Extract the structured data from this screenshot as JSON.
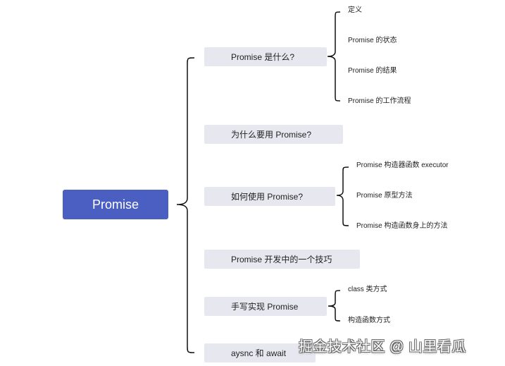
{
  "colors": {
    "root_bg": "#4a5fc1",
    "branch_bg": "#e7e8ef",
    "connector": "#111111"
  },
  "root": {
    "label": "Promise"
  },
  "branches": [
    {
      "label": "Promise 是什么?",
      "children": [
        "定义",
        "Promise 的状态",
        "Promise 的结果",
        "Promise 的工作流程"
      ]
    },
    {
      "label": "为什么要用 Promise?",
      "children": []
    },
    {
      "label": "如何使用 Promise?",
      "children": [
        "Promise 构造器函数 executor",
        "Promise 原型方法",
        "Promise 构造函数身上的方法"
      ]
    },
    {
      "label": "Promise 开发中的一个技巧",
      "children": []
    },
    {
      "label": "手写实现 Promise",
      "children": [
        "class 类方式",
        "构造函数方式"
      ]
    },
    {
      "label": "aysnc 和 await",
      "children": []
    }
  ],
  "watermark": "掘金技术社区 @ 山里看瓜"
}
